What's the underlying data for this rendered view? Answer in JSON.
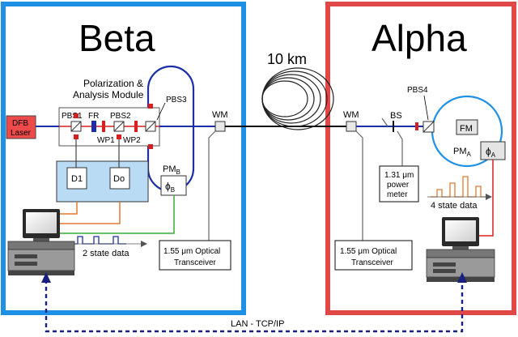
{
  "colors": {
    "beta_border": "#1e90e6",
    "alpha_border": "#e04848",
    "fiber": "#1c2fa8",
    "electric_red": "#d81e1e",
    "lan": "#1a2080",
    "dfb_fill": "#ef4a4a",
    "detector_fill": "#b9dcf4",
    "orange_wire": "#e07a30",
    "green_wire": "#3aaa3a",
    "pulse_color": "#e07a30"
  },
  "beta": {
    "title": "Beta",
    "module_label_line1": "Polarization &",
    "module_label_line2": "Analysis Module",
    "dfb_line1": "DFB",
    "dfb_line2": "Laser",
    "pbs1": "PBS1",
    "fr": "FR",
    "pbs2": "PBS2",
    "wp1": "WP1",
    "wp2": "WP2",
    "pbs3": "PBS3",
    "d1": "D1",
    "d0": "Do",
    "pm_b": "PM",
    "pm_b_sub": "B",
    "phi_b": "ϕ",
    "phi_b_sub": "B",
    "wm": "WM",
    "state_data": "2 state data",
    "transceiver_line1": "1.55 μm Optical",
    "transceiver_line2": "Transceiver"
  },
  "link": {
    "distance": "10 km",
    "lan": "LAN - TCP/IP"
  },
  "alpha": {
    "title": "Alpha",
    "wm": "WM",
    "bs": "BS",
    "pbs4": "PBS4",
    "fm": "FM",
    "pm_a": "PM",
    "pm_a_sub": "A",
    "phi_a": "ϕ",
    "phi_a_sub": "A",
    "power_meter_line1": "1.31 μm",
    "power_meter_line2": "power",
    "power_meter_line3": "meter",
    "state_data": "4 state data",
    "transceiver_line1": "1.55 μm Optical",
    "transceiver_line2": "Transceiver"
  }
}
